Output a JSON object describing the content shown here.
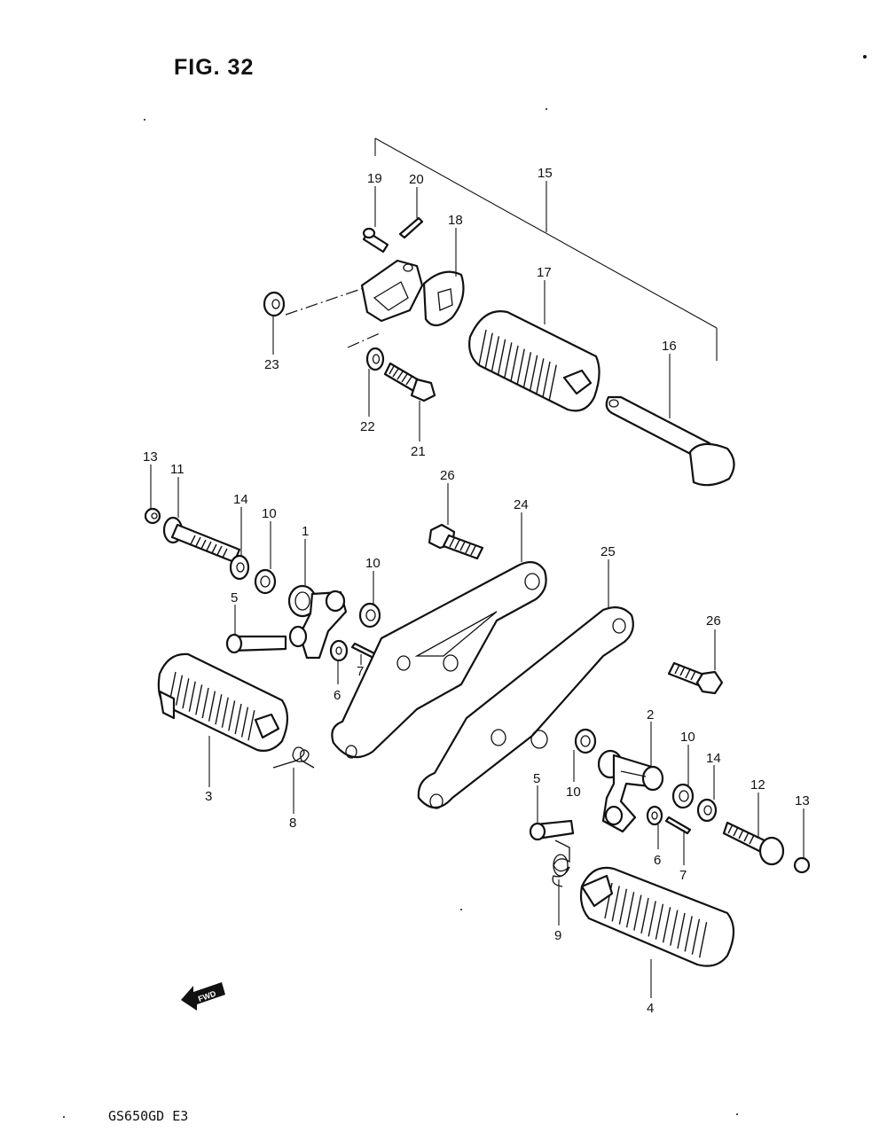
{
  "figure": {
    "title": "FIG. 32"
  },
  "footer": {
    "model_code": "GS650GD E3"
  },
  "direction_marker": {
    "text": "FWD"
  },
  "callouts": [
    {
      "id": "c19",
      "text": "19"
    },
    {
      "id": "c20",
      "text": "20"
    },
    {
      "id": "c15",
      "text": "15"
    },
    {
      "id": "c18",
      "text": "18"
    },
    {
      "id": "c17",
      "text": "17"
    },
    {
      "id": "c16",
      "text": "16"
    },
    {
      "id": "c23",
      "text": "23"
    },
    {
      "id": "c22",
      "text": "22"
    },
    {
      "id": "c21",
      "text": "21"
    },
    {
      "id": "c13a",
      "text": "13"
    },
    {
      "id": "c11",
      "text": "11"
    },
    {
      "id": "c14a",
      "text": "14"
    },
    {
      "id": "c10a",
      "text": "10"
    },
    {
      "id": "c1",
      "text": "1"
    },
    {
      "id": "c10b",
      "text": "10"
    },
    {
      "id": "c26a",
      "text": "26"
    },
    {
      "id": "c24",
      "text": "24"
    },
    {
      "id": "c25",
      "text": "25"
    },
    {
      "id": "c5a",
      "text": "5"
    },
    {
      "id": "c6a",
      "text": "6"
    },
    {
      "id": "c7a",
      "text": "7"
    },
    {
      "id": "c3",
      "text": "3"
    },
    {
      "id": "c8",
      "text": "8"
    },
    {
      "id": "c26b",
      "text": "26"
    },
    {
      "id": "c2",
      "text": "2"
    },
    {
      "id": "c10c",
      "text": "10"
    },
    {
      "id": "c14b",
      "text": "14"
    },
    {
      "id": "c10d",
      "text": "10"
    },
    {
      "id": "c12",
      "text": "12"
    },
    {
      "id": "c13b",
      "text": "13"
    },
    {
      "id": "c5b",
      "text": "5"
    },
    {
      "id": "c6b",
      "text": "6"
    },
    {
      "id": "c7b",
      "text": "7"
    },
    {
      "id": "c9",
      "text": "9"
    },
    {
      "id": "c4",
      "text": "4"
    }
  ]
}
